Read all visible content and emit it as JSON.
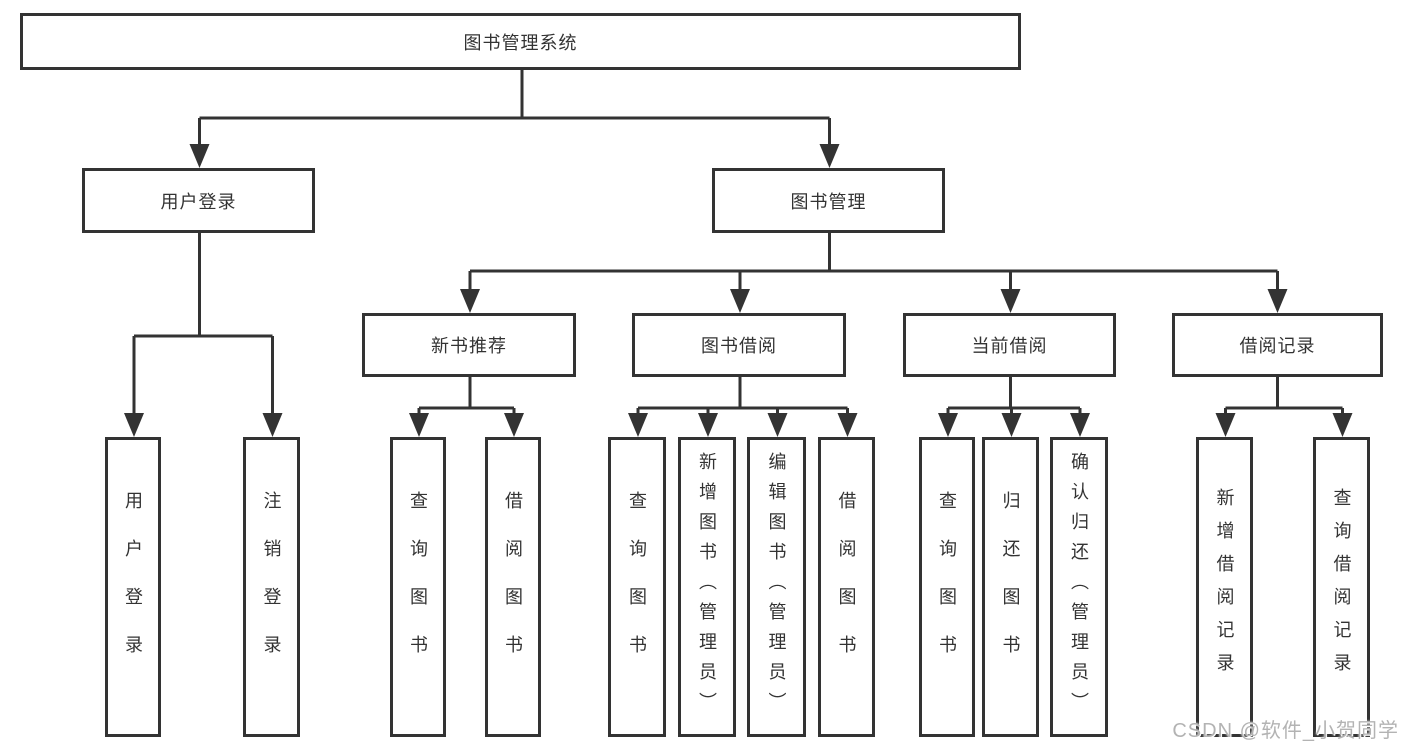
{
  "colors": {
    "line": "#333333",
    "text": "#333333",
    "watermark": "#b3b3b3",
    "bg": "#ffffff"
  },
  "watermark": "CSDN @软件_小贺同学",
  "tree": {
    "label": "图书管理系统",
    "children": [
      {
        "label": "用户登录",
        "children": [
          {
            "label": "用户登录"
          },
          {
            "label": "注销登录"
          }
        ]
      },
      {
        "label": "图书管理",
        "children": [
          {
            "label": "新书推荐",
            "children": [
              {
                "label": "查询图书"
              },
              {
                "label": "借阅图书"
              }
            ]
          },
          {
            "label": "图书借阅",
            "children": [
              {
                "label": "查询图书"
              },
              {
                "label": "新增图书（管理员）"
              },
              {
                "label": "编辑图书（管理员）"
              },
              {
                "label": "借阅图书"
              }
            ]
          },
          {
            "label": "当前借阅",
            "children": [
              {
                "label": "查询图书"
              },
              {
                "label": "归还图书"
              },
              {
                "label": "确认归还（管理员）"
              }
            ]
          },
          {
            "label": "借阅记录",
            "children": [
              {
                "label": "新增借阅记录"
              },
              {
                "label": "查询借阅记录"
              }
            ]
          }
        ]
      }
    ]
  }
}
